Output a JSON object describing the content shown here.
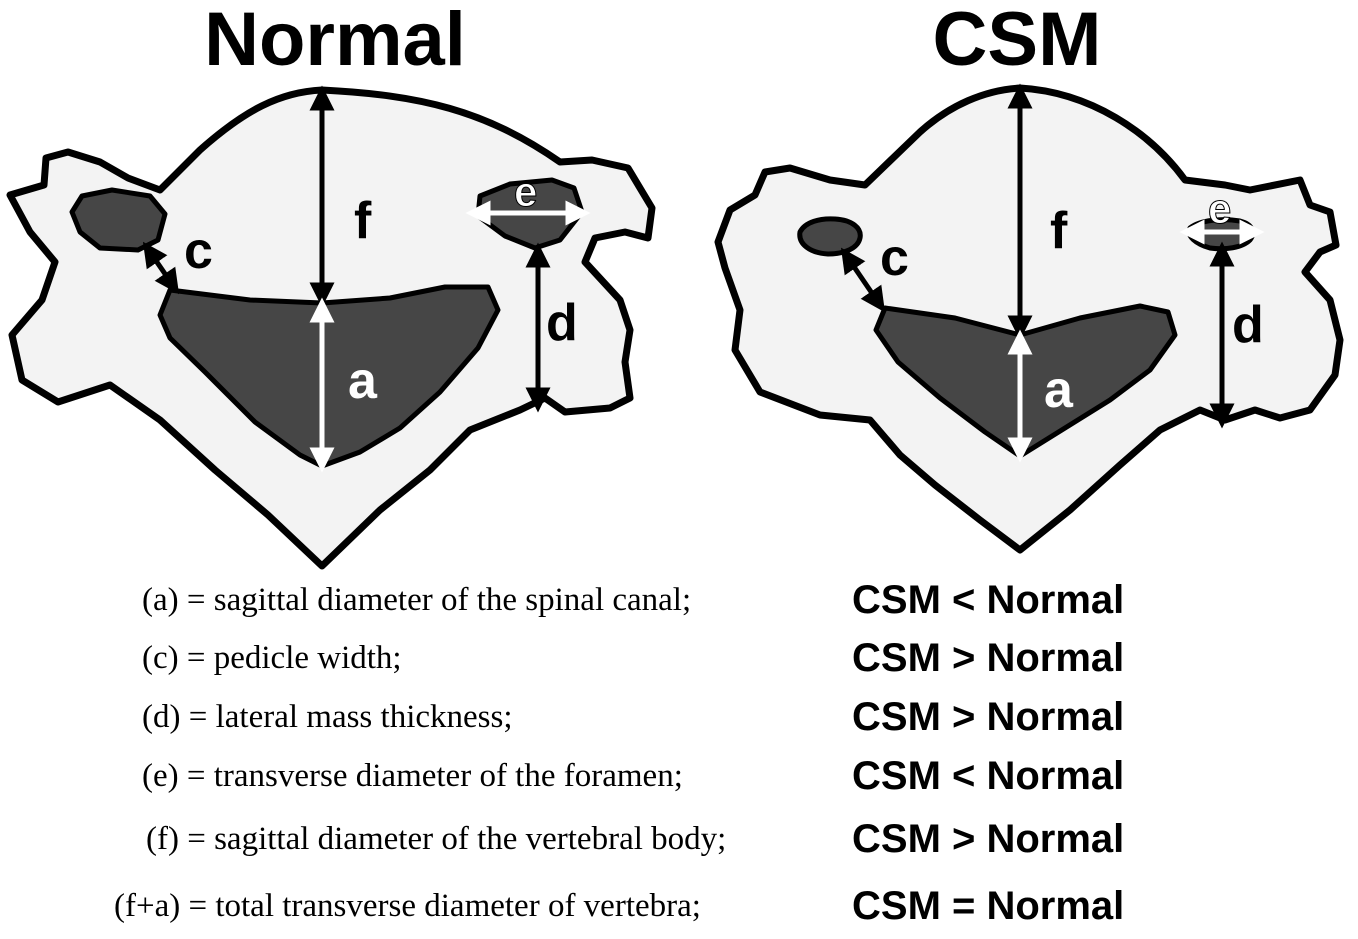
{
  "titles": {
    "left": "Normal",
    "right": "CSM"
  },
  "labels": {
    "a": "a",
    "c": "c",
    "d": "d",
    "e": "e",
    "f": "f"
  },
  "colors": {
    "bone": "#f3f3f3",
    "cavity": "#464646",
    "outline": "#000000",
    "arrow_light": "#ffffff"
  },
  "legend": [
    {
      "definition": "(a) = sagittal diameter of the spinal canal;",
      "comparison": "CSM < Normal"
    },
    {
      "definition": "(c) = pedicle width;",
      "comparison": "CSM > Normal"
    },
    {
      "definition": "(d) = lateral mass thickness;",
      "comparison": "CSM > Normal"
    },
    {
      "definition": "(e) = transverse diameter of the foramen;",
      "comparison": "CSM < Normal"
    },
    {
      "definition": "(f) = sagittal diameter of the vertebral body;",
      "comparison": "CSM > Normal"
    },
    {
      "definition": "(f+a) = total transverse diameter of vertebra;",
      "comparison": "CSM = Normal"
    }
  ]
}
